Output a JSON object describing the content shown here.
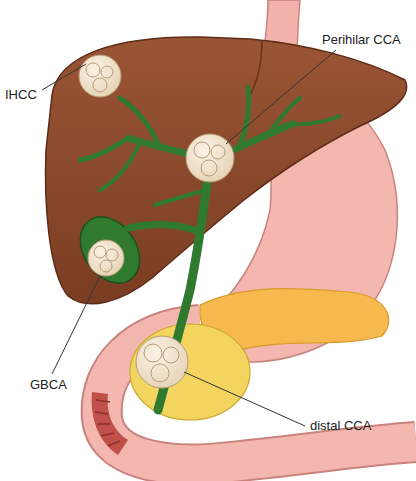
{
  "diagram": {
    "labels": [
      "IHCC",
      "Perihilar CCA",
      "GBCA",
      "distal CCA"
    ]
  }
}
